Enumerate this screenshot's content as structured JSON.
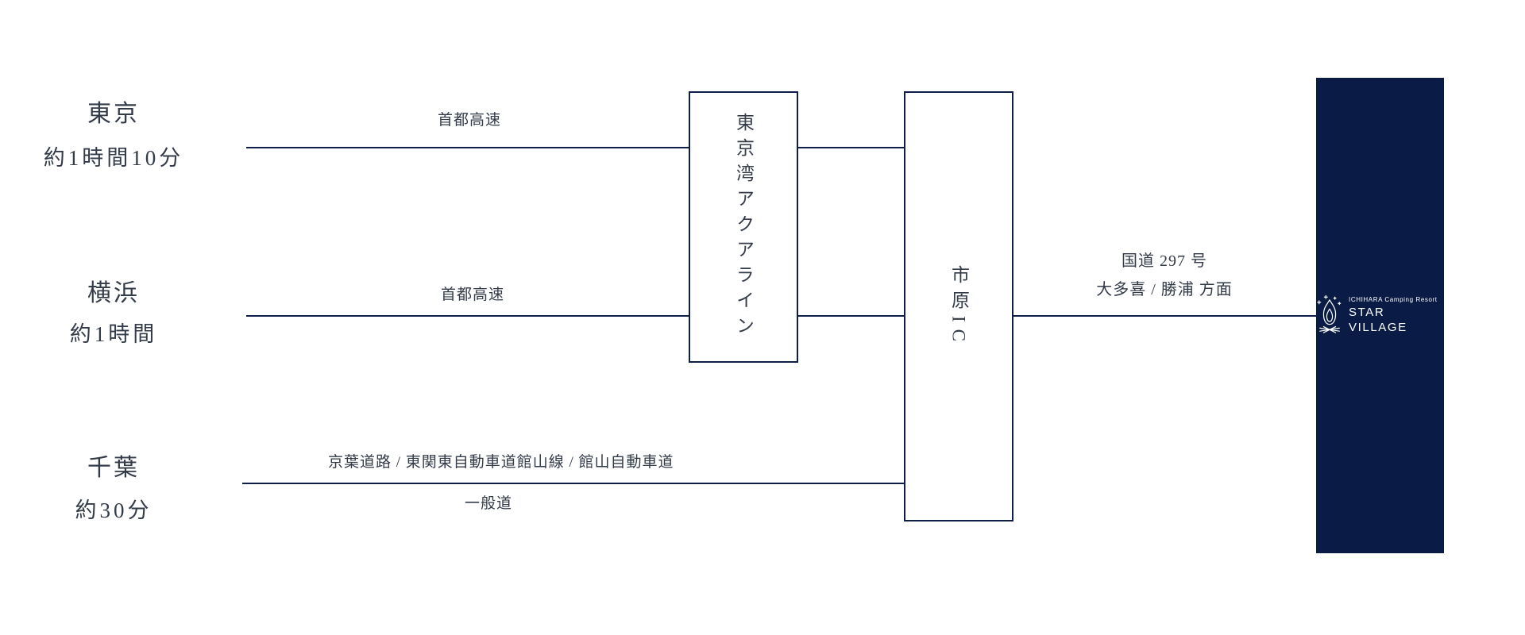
{
  "origins": {
    "tokyo": {
      "city": "東京",
      "duration": "約1時間10分"
    },
    "yokohama": {
      "city": "横浜",
      "duration": "約1時間"
    },
    "chiba": {
      "city": "千葉",
      "duration": "約30分"
    }
  },
  "roads": {
    "tokyo": "首都高速",
    "yokohama": "首都高速",
    "chiba_above": "京葉道路 / 東関東自動車道館山線 / 館山自動車道",
    "chiba_below": "一般道",
    "final_route": "国道 297 号",
    "final_direction": "大多喜 / 勝浦 方面"
  },
  "nodes": {
    "aqualine": "東京湾アクアライン",
    "ichihara_ic": "市原IC"
  },
  "destination": {
    "resort_name": "ICHIHARA Camping Resort",
    "brand": "STAR VILLAGE"
  },
  "colors": {
    "navy_line": "#0e1d4a",
    "navy_fill": "#0a1b45",
    "text": "#333b48",
    "background": "#ffffff",
    "logo_text": "#ffffff"
  }
}
